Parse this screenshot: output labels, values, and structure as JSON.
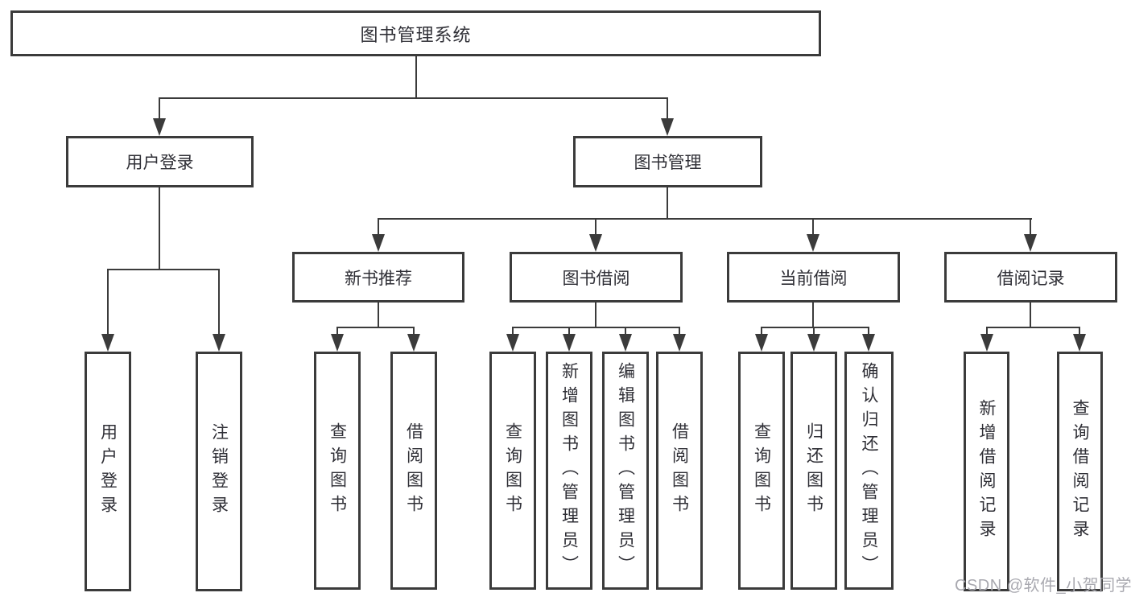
{
  "colors": {
    "line": "#3b3b3b",
    "text": "#2f2f36",
    "watermark": "#a9a9b0",
    "background": "#ffffff"
  },
  "nodes": {
    "root": {
      "label": "图书管理系统"
    },
    "user_login": {
      "label": "用户登录"
    },
    "book_management": {
      "label": "图书管理"
    },
    "user_login_action": {
      "label": "用户登录"
    },
    "logout_action": {
      "label": "注销登录"
    },
    "new_book_recommend": {
      "label": "新书推荐"
    },
    "book_borrow": {
      "label": "图书借阅"
    },
    "current_borrow": {
      "label": "当前借阅"
    },
    "borrow_records": {
      "label": "借阅记录"
    },
    "nbr_query_books": {
      "label": "查询图书"
    },
    "nbr_borrow_books": {
      "label": "借阅图书"
    },
    "bb_query_books": {
      "label": "查询图书"
    },
    "bb_add_books": {
      "label": "新增图书（管理员）"
    },
    "bb_edit_books": {
      "label": "编辑图书（管理员）"
    },
    "bb_borrow_books": {
      "label": "借阅图书"
    },
    "cb_query_books": {
      "label": "查询图书"
    },
    "cb_return_books": {
      "label": "归还图书"
    },
    "cb_confirm_return": {
      "label": "确认归还（管理员）"
    },
    "br_add_record": {
      "label": "新增借阅记录"
    },
    "br_query_record": {
      "label": "查询借阅记录"
    }
  },
  "watermark_text": "CSDN @软件_小贺同学"
}
